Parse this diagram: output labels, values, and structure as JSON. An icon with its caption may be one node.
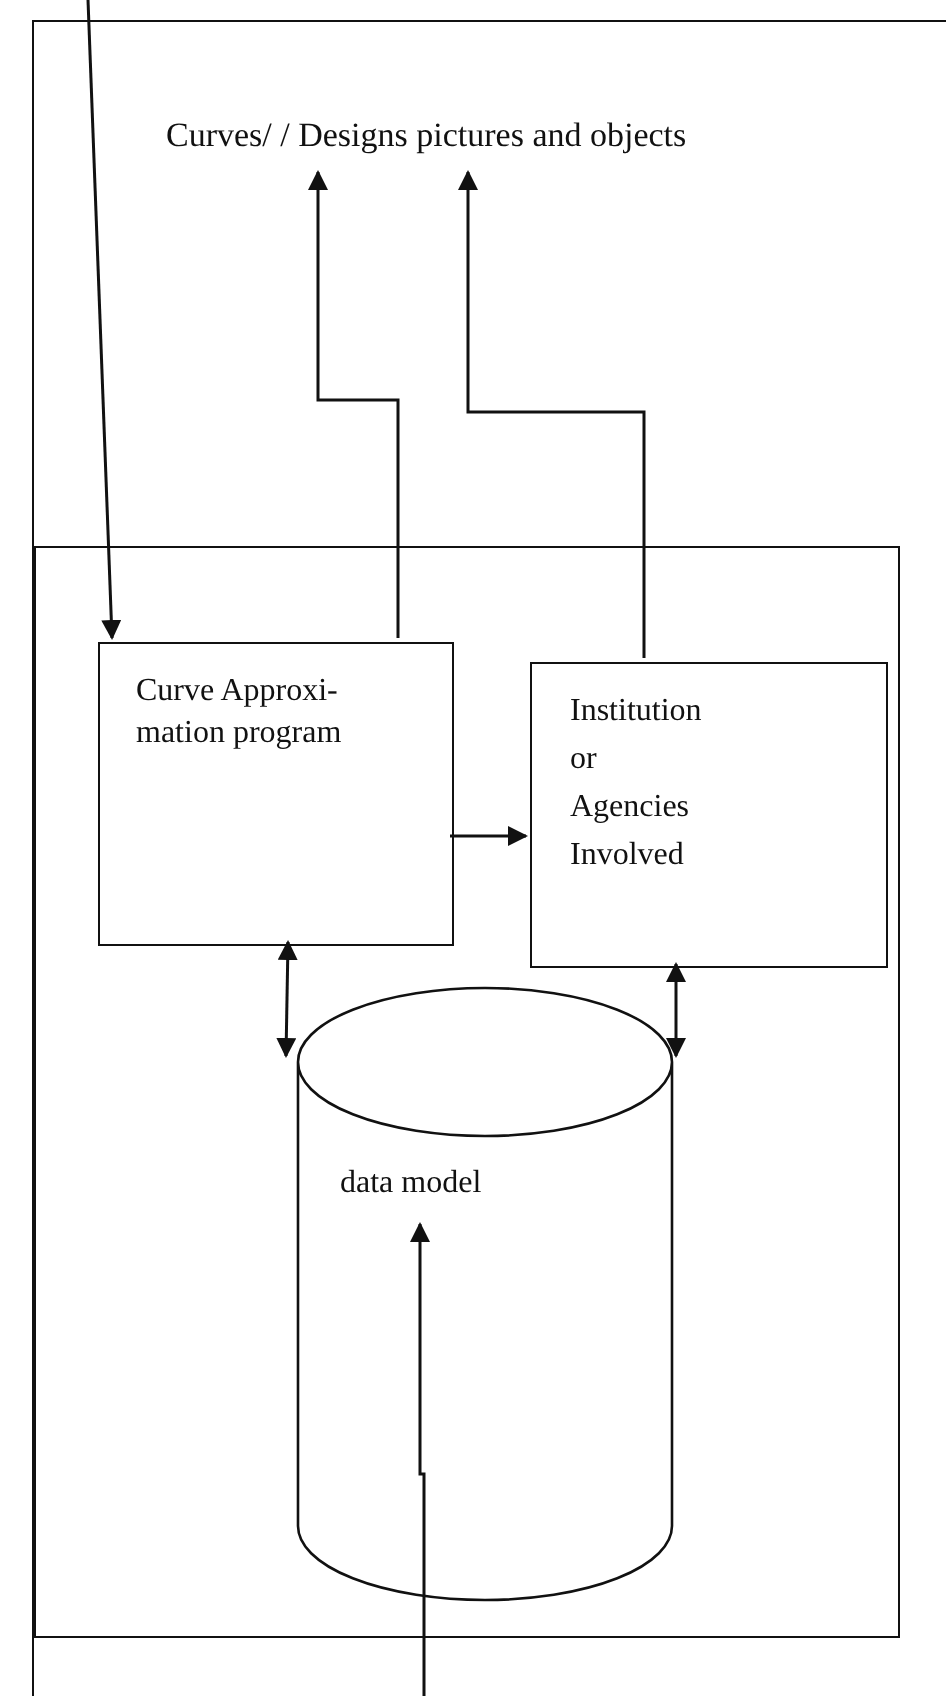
{
  "diagram": {
    "nodes": [
      {
        "text": [],
        "shape": "box"
      },
      {
        "text": [
          "Curves/ / Designs pictures and objects"
        ],
        "in": 0
      },
      {
        "text": [],
        "shape": "box",
        "in": 0
      },
      {
        "text": [
          "Curve Approxi- mation program"
        ],
        "in": 2
      },
      {
        "text": [
          "Institution or Agencies Involved"
        ],
        "in": 2
      },
      {
        "text": [
          "data model"
        ],
        "in": 2
      }
    ],
    "edges": [
      {
        "from": null,
        "to": 3,
        "arrow": "to"
      },
      {
        "from": 3,
        "to": 1,
        "arrow": "to"
      },
      {
        "from": 4,
        "to": 1,
        "arrow": "to"
      },
      {
        "from": 3,
        "to": 4,
        "arrow": "to"
      },
      {
        "from": 3,
        "to": 5,
        "arrow": "both"
      },
      {
        "from": 4,
        "to": 5,
        "arrow": "both"
      },
      {
        "from": null,
        "to": 5,
        "arrow": "to"
      }
    ]
  }
}
